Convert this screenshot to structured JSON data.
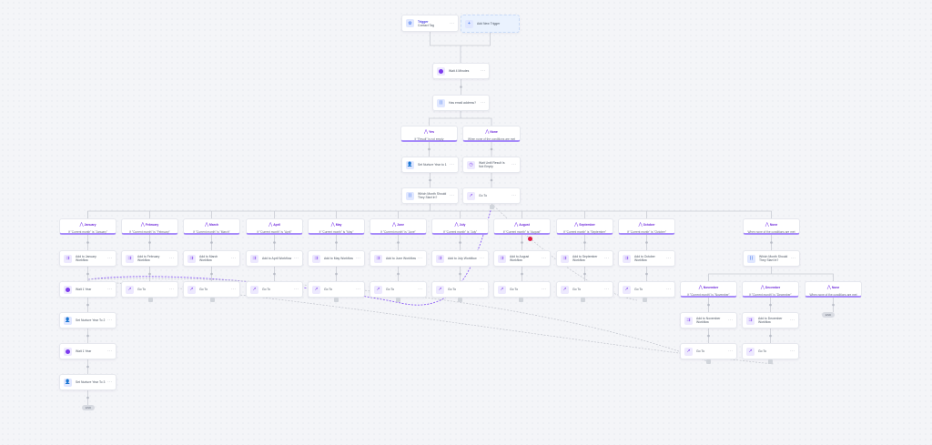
{
  "colors": {
    "accent": "#7c3aed",
    "branch_border": "#a78bfa",
    "goto_line": "#8b5cf6"
  },
  "nodes": [
    {
      "kind": "card",
      "title": "Trigger",
      "sub": "Contact Tag",
      "icon": "gear-icon"
    },
    {
      "kind": "add",
      "title": "Add New Trigger",
      "icon": "plus-icon"
    },
    {
      "kind": "card",
      "title": "Wait 4 Minutes",
      "icon": "clock-icon"
    },
    {
      "kind": "card",
      "title": "Has email address?",
      "icon": "condition-icon"
    },
    {
      "kind": "branch",
      "title": "Yes",
      "cond": "If \"Result\" is not empty"
    },
    {
      "kind": "branch",
      "title": "None",
      "cond": "When none of the conditions are met"
    },
    {
      "kind": "card",
      "title": "Set Nurture Year to 1",
      "icon": "user-update-icon"
    },
    {
      "kind": "card",
      "title": "Wait Until Result Is Not Empty",
      "icon": "wait-until-icon"
    },
    {
      "kind": "card",
      "title": "Which Month Should They Start In?",
      "icon": "condition-icon"
    },
    {
      "kind": "card",
      "title": "Go To",
      "icon": "goto-icon"
    },
    {
      "kind": "branch",
      "title": "January",
      "cond": "If \"Current month\" is \"January\""
    },
    {
      "kind": "branch",
      "title": "February",
      "cond": "If \"Current month\" is \"February\""
    },
    {
      "kind": "branch",
      "title": "March",
      "cond": "If \"Current month\" is \"March\""
    },
    {
      "kind": "branch",
      "title": "April",
      "cond": "If \"Current month\" is \"April\""
    },
    {
      "kind": "branch",
      "title": "May",
      "cond": "If \"Current month\" is \"May\""
    },
    {
      "kind": "branch",
      "title": "June",
      "cond": "If \"Current month\" is \"June\""
    },
    {
      "kind": "branch",
      "title": "July",
      "cond": "If \"Current month\" is \"July\""
    },
    {
      "kind": "branch",
      "title": "August",
      "cond": "If \"Current month\" is \"August\""
    },
    {
      "kind": "branch",
      "title": "September",
      "cond": "If \"Current month\" is \"September\""
    },
    {
      "kind": "branch",
      "title": "October",
      "cond": "If \"Current month\" is \"October\""
    },
    {
      "kind": "branch",
      "title": "None",
      "cond": "When none of the conditions are met"
    },
    {
      "kind": "card",
      "title": "Add to January Workflow",
      "icon": "add-workflow-icon"
    },
    {
      "kind": "card",
      "title": "Add to February Workflow",
      "icon": "add-workflow-icon"
    },
    {
      "kind": "card",
      "title": "Add to March Workflow",
      "icon": "add-workflow-icon"
    },
    {
      "kind": "card",
      "title": "Add to April Workflow",
      "icon": "add-workflow-icon"
    },
    {
      "kind": "card",
      "title": "Add to May Workflow",
      "icon": "add-workflow-icon"
    },
    {
      "kind": "card",
      "title": "Add to June Workflow",
      "icon": "add-workflow-icon"
    },
    {
      "kind": "card",
      "title": "Add to July Workflow",
      "icon": "add-workflow-icon"
    },
    {
      "kind": "card",
      "title": "Add to August Workflow",
      "icon": "add-workflow-icon"
    },
    {
      "kind": "card",
      "title": "Add to September Workflow",
      "icon": "add-workflow-icon"
    },
    {
      "kind": "card",
      "title": "Add to October Workflow",
      "icon": "add-workflow-icon"
    },
    {
      "kind": "card",
      "title": "Which Month Should They Start In?",
      "icon": "condition-icon"
    },
    {
      "kind": "card",
      "title": "Wait 1 Year",
      "icon": "clock-icon"
    },
    {
      "kind": "card",
      "title": "Go To",
      "icon": "goto-icon"
    },
    {
      "kind": "card",
      "title": "Go To",
      "icon": "goto-icon"
    },
    {
      "kind": "card",
      "title": "Go To",
      "icon": "goto-icon"
    },
    {
      "kind": "card",
      "title": "Go To",
      "icon": "goto-icon"
    },
    {
      "kind": "card",
      "title": "Go To",
      "icon": "goto-icon"
    },
    {
      "kind": "card",
      "title": "Go To",
      "icon": "goto-icon"
    },
    {
      "kind": "card",
      "title": "Go To",
      "icon": "goto-icon"
    },
    {
      "kind": "card",
      "title": "Go To",
      "icon": "goto-icon"
    },
    {
      "kind": "card",
      "title": "Go To",
      "icon": "goto-icon"
    },
    {
      "kind": "branch",
      "title": "November",
      "cond": "If \"Current month\" is \"November\""
    },
    {
      "kind": "branch",
      "title": "December",
      "cond": "If \"Current month\" is \"December\""
    },
    {
      "kind": "branch",
      "title": "None",
      "cond": "When none of the conditions are met"
    },
    {
      "kind": "card",
      "title": "Set Nurture Year To 2",
      "icon": "user-update-icon"
    },
    {
      "kind": "card",
      "title": "Add to November Workflow",
      "icon": "add-workflow-icon"
    },
    {
      "kind": "card",
      "title": "Add to December Workflow",
      "icon": "add-workflow-icon"
    },
    {
      "kind": "card",
      "title": "Wait 1 Year",
      "icon": "clock-icon"
    },
    {
      "kind": "card",
      "title": "Go To",
      "icon": "goto-icon"
    },
    {
      "kind": "card",
      "title": "Go To",
      "icon": "goto-icon"
    },
    {
      "kind": "card",
      "title": "Set Nurture Year To 3",
      "icon": "user-update-icon"
    },
    {
      "kind": "end",
      "title": "END"
    },
    {
      "kind": "end",
      "title": "END"
    }
  ]
}
